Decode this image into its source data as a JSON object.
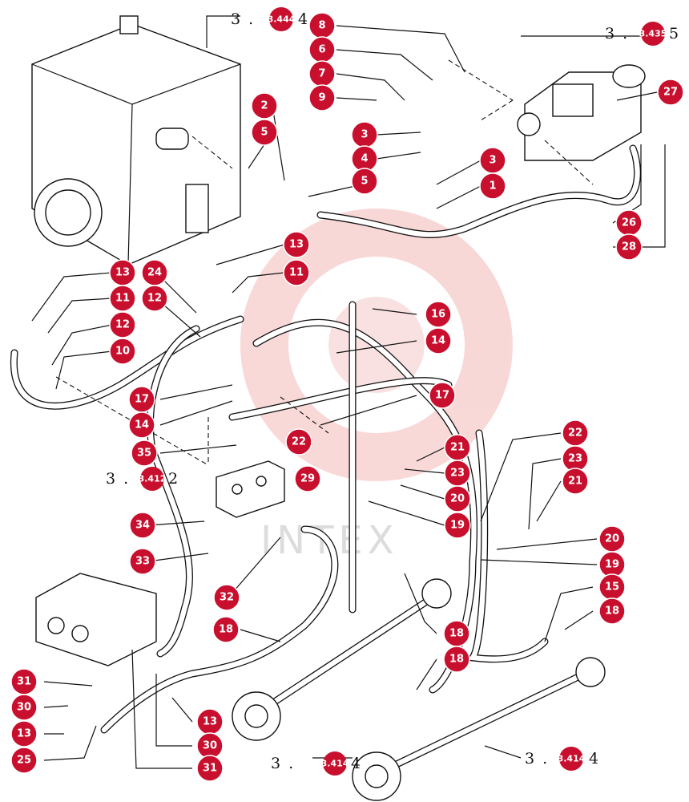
{
  "watermark": {
    "text": "INTEX",
    "color": "#f4b8b8"
  },
  "accent_color": "#c8102e",
  "references": [
    {
      "prefix": "3 .",
      "badge": "3.444",
      "suffix": "4"
    },
    {
      "prefix": "3 .",
      "badge": "3.435",
      "suffix": "5"
    },
    {
      "prefix": "3 .",
      "badge": "3.412",
      "suffix": "2"
    },
    {
      "prefix": "3 .",
      "badge": "3.414",
      "suffix": "4"
    },
    {
      "prefix": "3 .",
      "badge": "3.414",
      "suffix": "4"
    }
  ],
  "callouts": [
    "8",
    "6",
    "7",
    "9",
    "2",
    "5",
    "3",
    "4",
    "3",
    "1",
    "5",
    "13",
    "11",
    "13",
    "24",
    "12",
    "11",
    "12",
    "10",
    "16",
    "14",
    "17",
    "14",
    "17",
    "35",
    "22",
    "29",
    "21",
    "23",
    "20",
    "19",
    "22",
    "23",
    "21",
    "20",
    "19",
    "34",
    "33",
    "32",
    "18",
    "18",
    "18",
    "15",
    "18",
    "31",
    "30",
    "13",
    "25",
    "13",
    "30",
    "31",
    "27",
    "26",
    "28"
  ]
}
